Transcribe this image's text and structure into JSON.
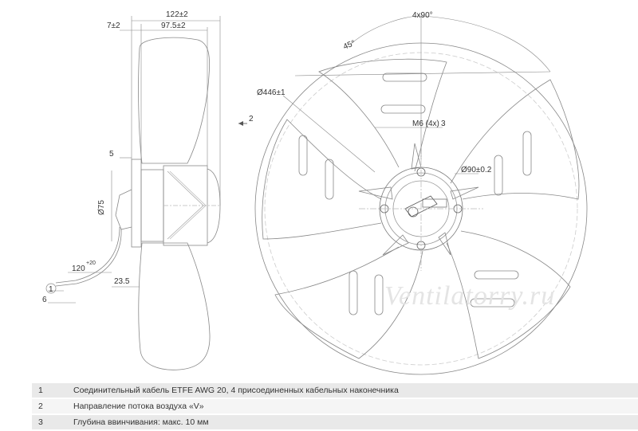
{
  "dimensions": {
    "overall_depth": "122±2",
    "hub_depth": "97.5±2",
    "flange_offset": "7±2",
    "step": "5",
    "motor_diameter": "Ø75",
    "cable_length": "120",
    "cable_length_tol": "+20",
    "cable_strip": "6",
    "cable_ref_1": "1",
    "cable_offset": "23.5",
    "angle_mounting": "4x90°",
    "angle_45": "45°",
    "outer_diameter": "Ø446±1",
    "airflow_ref": "2",
    "thread_label": "M6 (4x)",
    "thread_ref": "3",
    "hub_diameter": "Ø90±0.2"
  },
  "watermark": "Ventilatorry.ru",
  "legend": [
    {
      "num": "1",
      "text": "Соединительный кабель ETFE AWG 20, 4 присоединенных кабельных наконечника"
    },
    {
      "num": "2",
      "text": "Направление потока воздуха «V»"
    },
    {
      "num": "3",
      "text": "Глубина ввинчивания: макс. 10 мм"
    }
  ]
}
